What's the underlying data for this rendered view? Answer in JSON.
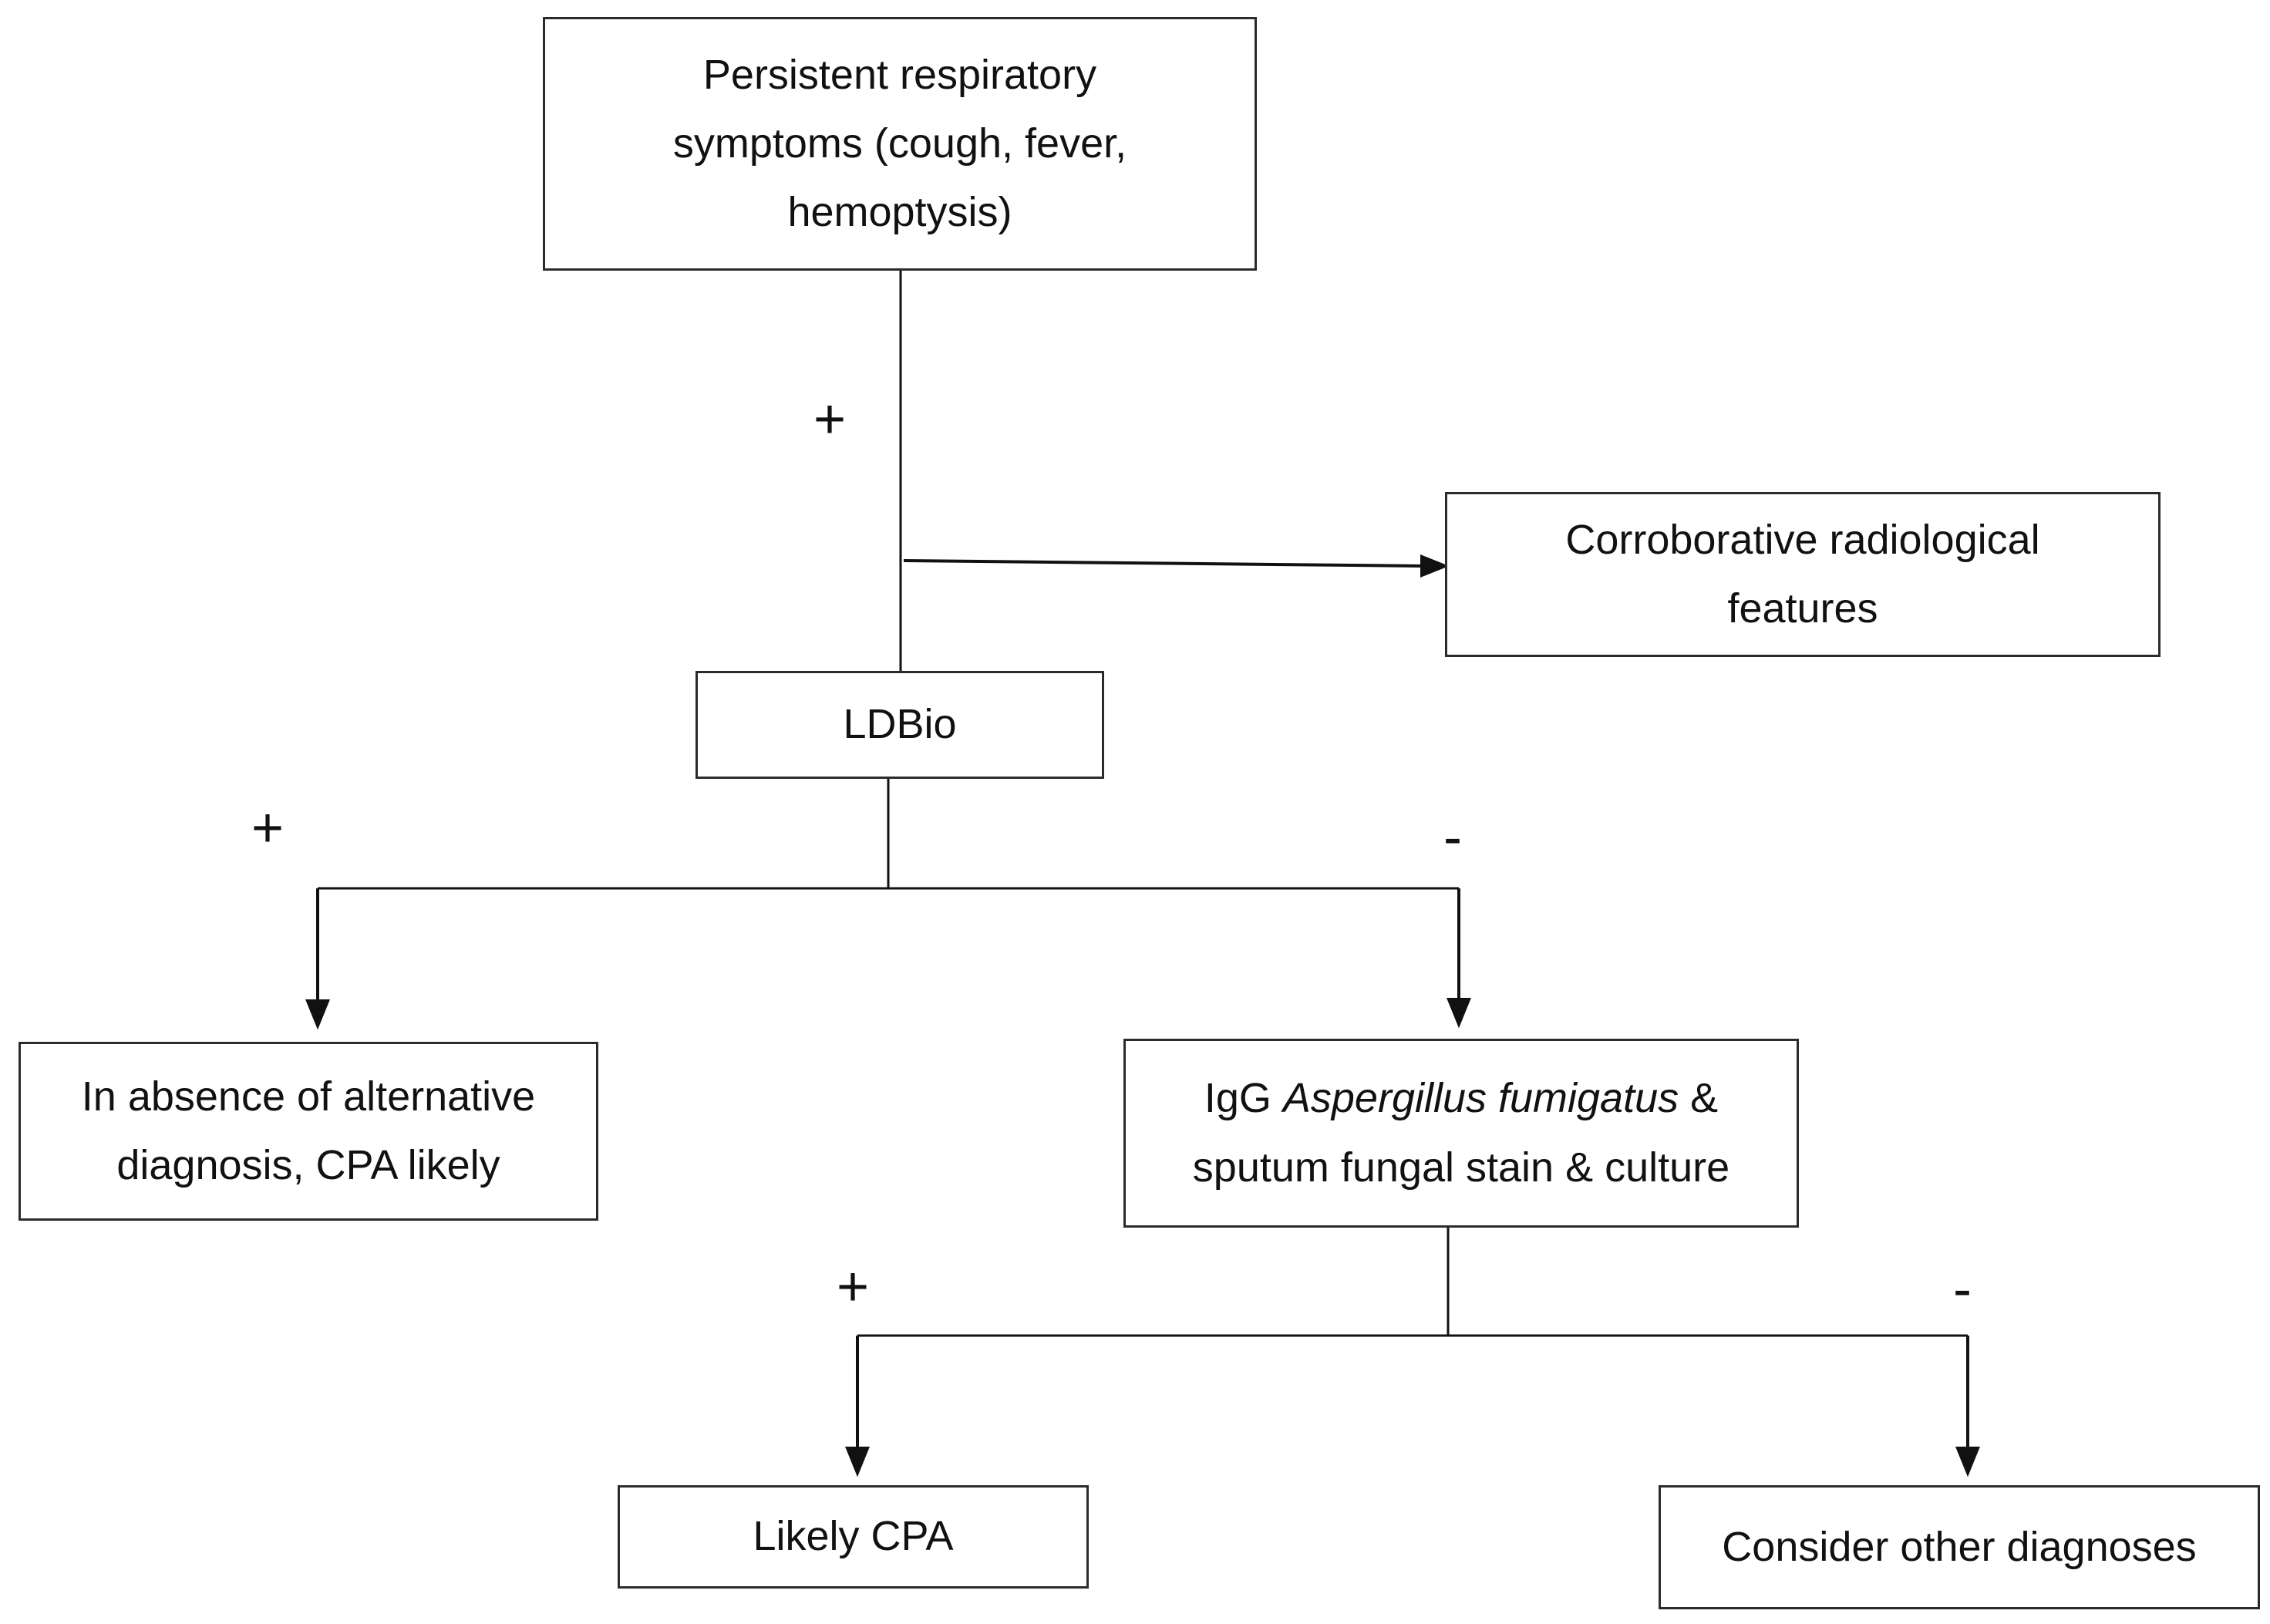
{
  "flowchart": {
    "nodes": {
      "symptoms": {
        "lines": [
          "Persistent respiratory",
          "symptoms (cough, fever,",
          "hemoptysis)"
        ]
      },
      "radiology": {
        "lines": [
          "Corroborative radiological",
          "features"
        ]
      },
      "ldbio": {
        "lines": [
          "LDBio"
        ]
      },
      "cpa_alt": {
        "lines": [
          "In absence of alternative",
          "diagnosis, CPA likely"
        ]
      },
      "igg": {
        "line1_prefix": "IgG ",
        "line1_italic": "Aspergillus fumigatus",
        "line1_suffix": " &",
        "line2": "sputum fungal stain & culture"
      },
      "likely": {
        "lines": [
          "Likely CPA"
        ]
      },
      "other": {
        "lines": [
          "Consider other diagnoses"
        ]
      }
    },
    "signs": {
      "symptoms_positive": "+",
      "ldbio_positive": "+",
      "ldbio_negative": "-",
      "igg_positive": "+",
      "igg_negative": "-"
    },
    "colors": {
      "stroke": "#2b2b2b",
      "background": "#ffffff",
      "text": "#111111"
    }
  }
}
